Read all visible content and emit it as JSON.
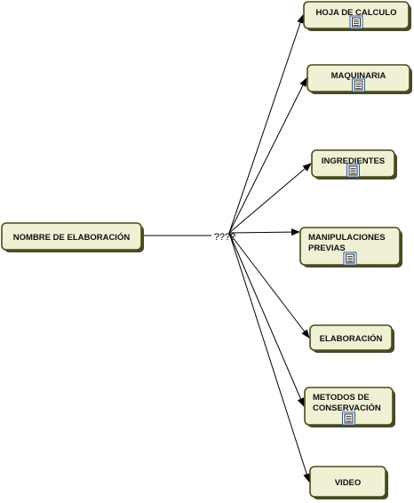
{
  "hub_label": "????",
  "root": {
    "label": "NOMBRE DE ELABORACIÓN"
  },
  "branches": [
    {
      "label": "HOJA DE CALCULO",
      "lines": [
        "HOJA DE CALCULO"
      ],
      "has_doc_icon": true
    },
    {
      "label": "MAQUINARIA",
      "lines": [
        "MAQUINARIA"
      ],
      "has_doc_icon": true
    },
    {
      "label": "INGREDIENTES",
      "lines": [
        "INGREDIENTES"
      ],
      "has_doc_icon": true
    },
    {
      "label": "MANIPULACIONES PREVIAS",
      "lines": [
        "MANIPULACIONES",
        "PREVIAS"
      ],
      "has_doc_icon": true
    },
    {
      "label": "ELABORACIÓN",
      "lines": [
        "ELABORACIÓN"
      ],
      "has_doc_icon": false
    },
    {
      "label": "METODOS DE CONSERVACIÓN",
      "lines": [
        "METODOS DE",
        "CONSERVACIÓN"
      ],
      "has_doc_icon": true
    },
    {
      "label": "VIDEO",
      "lines": [
        "VIDEO"
      ],
      "has_doc_icon": false
    }
  ],
  "icons": {
    "attachment": "document-icon"
  },
  "colors": {
    "node_fill": "#f0f0d4",
    "node_border": "#4a4a1e",
    "icon_frame": "#1d5aa8"
  }
}
